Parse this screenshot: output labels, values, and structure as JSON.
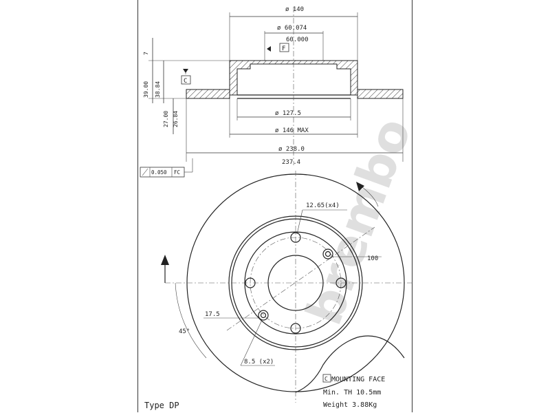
{
  "dimensions": {
    "outer_diameter_top": "ø 140",
    "bore_max": "ø 60.074",
    "bore_min": "60.000",
    "datum_f": "F",
    "datum_c": "C",
    "height_total": "39.00",
    "height_total_alt": "38.84",
    "small_7": "7",
    "height_hub": "27.00",
    "height_hub_alt": "26.84",
    "inner_127": "ø 127.5",
    "inner_146": "ø 146 MAX",
    "outer_238": "ø 238.0",
    "outer_237": "237.4",
    "runout_value": "0.050",
    "runout_ref": "FC",
    "bolt_hole": "12.65(x4)",
    "pcd": "100",
    "offset_17": "17.5",
    "pin_hole": "8.5 (x2)",
    "angle_45": "45°"
  },
  "legend": {
    "mounting_key": "C",
    "mounting_face": "MOUNTING FACE",
    "min_th": "Min. TH 10.5mm",
    "weight": "Weight  3.88Kg",
    "type": "Type DP"
  },
  "watermark": "brembo",
  "colors": {
    "line": "#222222",
    "watermark": "#dcdcdc",
    "background": "#ffffff"
  }
}
